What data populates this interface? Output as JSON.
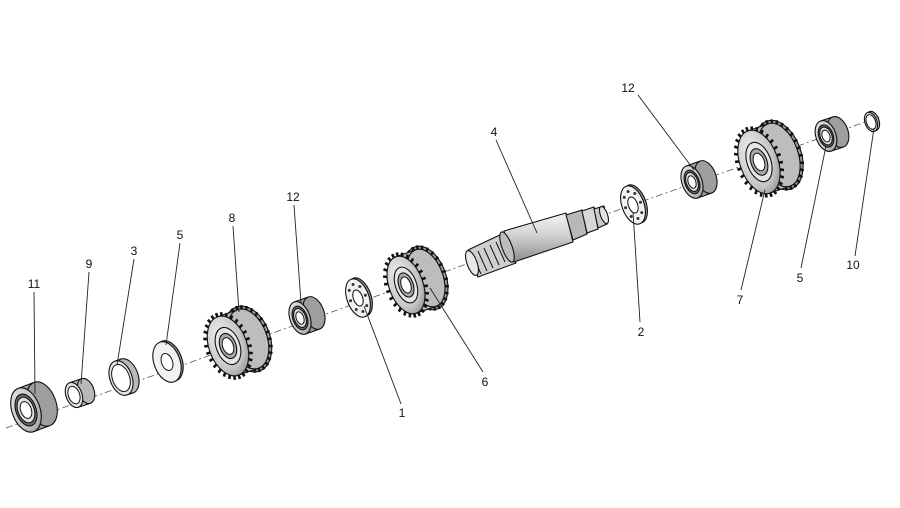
{
  "diagram": {
    "callouts": [
      {
        "id": "callout-11",
        "label": "11"
      },
      {
        "id": "callout-9",
        "label": "9"
      },
      {
        "id": "callout-3",
        "label": "3"
      },
      {
        "id": "callout-5-left",
        "label": "5"
      },
      {
        "id": "callout-8",
        "label": "8"
      },
      {
        "id": "callout-12-left",
        "label": "12"
      },
      {
        "id": "callout-1",
        "label": "1"
      },
      {
        "id": "callout-6",
        "label": "6"
      },
      {
        "id": "callout-4",
        "label": "4"
      },
      {
        "id": "callout-2",
        "label": "2"
      },
      {
        "id": "callout-12-right",
        "label": "12"
      },
      {
        "id": "callout-7",
        "label": "7"
      },
      {
        "id": "callout-5-right",
        "label": "5"
      },
      {
        "id": "callout-10",
        "label": "10"
      }
    ]
  }
}
